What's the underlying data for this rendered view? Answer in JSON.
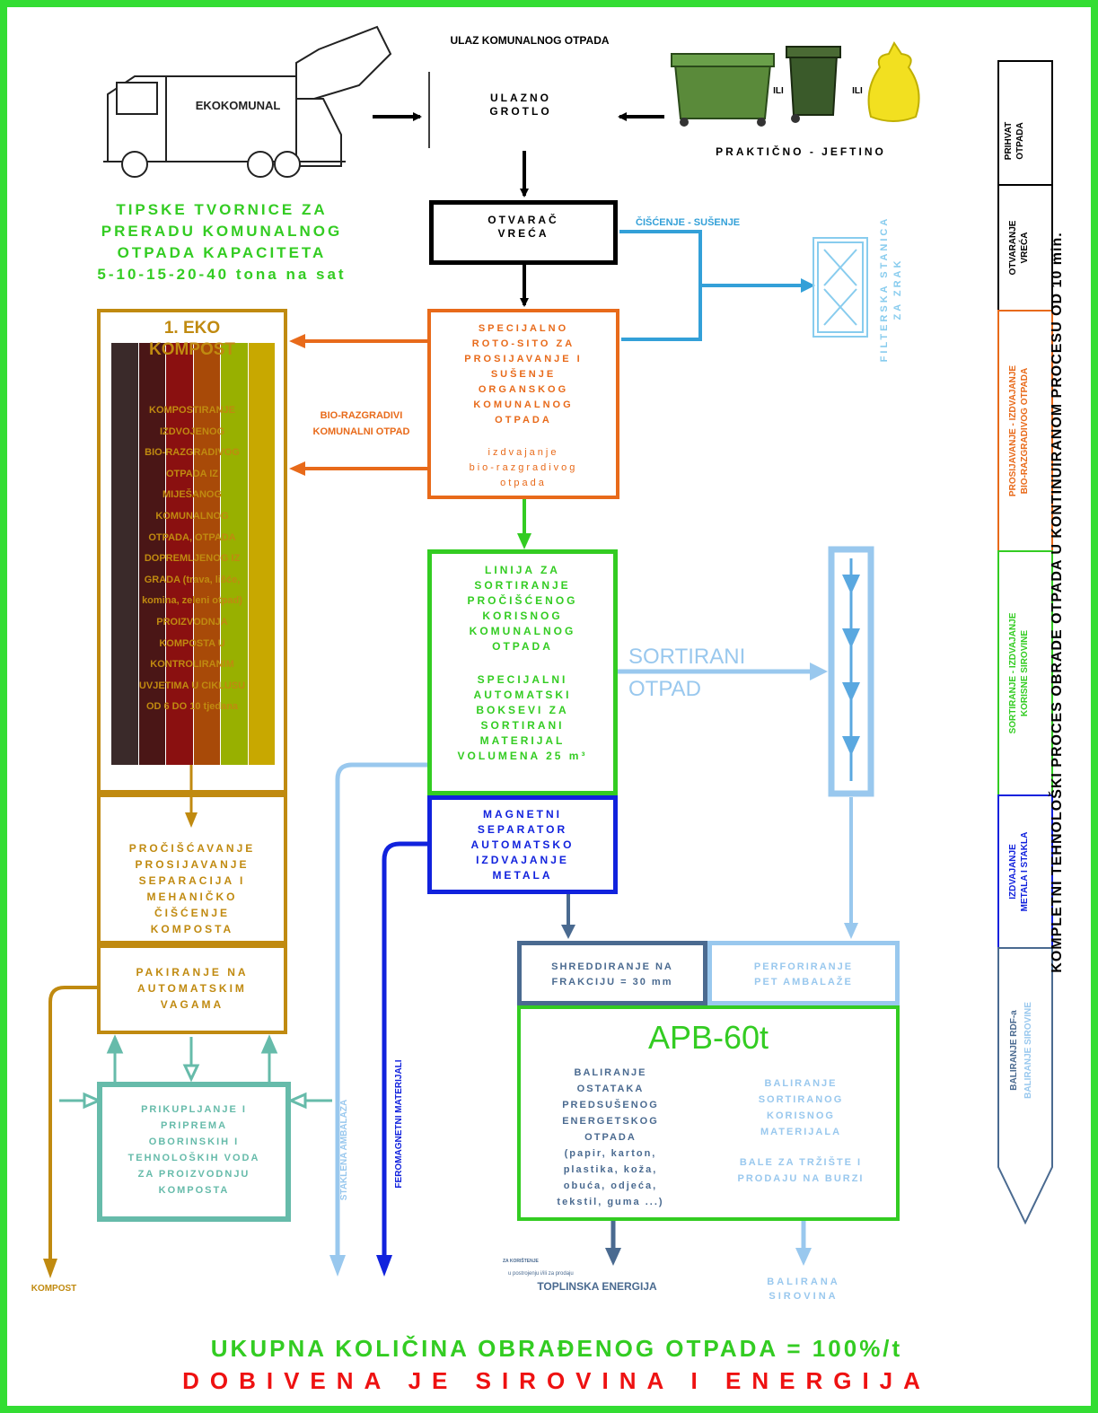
{
  "header": {
    "input_title": "ULAZ KOMUNALNOG OTPADA",
    "intake": "ULAZNO\nGROTLO",
    "truck_label": "EKOKOMUNAL",
    "or1": "ILI",
    "or2": "ILI",
    "practical": "PRAKTIČNO - JEFTINO"
  },
  "factories": "TIPSKE TVORNICE ZA\nPRERADU KOMUNALNOG\nOTPADA KAPACITETA\n5-10-15-20-40 tona na sat",
  "bag_opener": "OTVARAČ\nVREĆA",
  "cleaning": "ČIŠĆENJE - SUŠENJE",
  "filter": "FILTERSKA STANICA\nZA ZRAK",
  "roto": {
    "title": "SPECIJALNO\nROTO-SITO ZA\nPROSIJAVANJE I\nSUŠENJE\nORGANSKOG\nKOMUNALNOG\nOTPADA",
    "sub": "izdvajanje\nbio-razgradivog\notpada"
  },
  "bio_label": "BIO-RAZGRADIVI\nKOMUNALNI OTPAD",
  "compost": {
    "title": "1. EKO\nKOMPOST",
    "body": "KOMPOSTIRANJE\nIZDVOJENOG\nBIO-RAZGRADIVOG\nOTPADA IZ\nMIJEŠANOG\nKOMUNALNOG\nOTPADA, OTPADA\nDOPREMLJENOG IZ\nGRADA (trava, lišće,\nkomina, zeleni otpad)\nPROIZVODNJA\nKOMPOSTA U\nKONTROLIRANIM\nUVJETIMA U CIKLUSU\nOD 6 DO 10 tjedana",
    "stripes": [
      "#3a2a2a",
      "#4a1616",
      "#8a1010",
      "#a84a08",
      "#98b000",
      "#c8a800"
    ]
  },
  "purification": "PROČIŠĆAVANJE\nPROSIJAVANJE\nSEPARACIJA I\nMEHANIČKO\nČIŠĆENJE\nKOMPOSTA",
  "packing": "PAKIRANJE NA\nAUTOMATSKIM\nVAGAMA",
  "water": "PRIKUPLJANJE I\nPRIPREMA\nOBORINSKIH I\nTEHNOLOŠKIH VODA\nZA PROIZVODNJU\nKOMPOSTA",
  "compost_out": "KOMPOST",
  "glass": "STAKLENA AMBALAŽA",
  "ferro": "FEROMAGNETNI MATERIJALI",
  "sorting": {
    "title": "LINIJA ZA\nSORTIRANJE\nPROČIŠĆENOG\nKORISNOG\nKOMUNALNOG\nOTPADA",
    "sub": "SPECIJALNI\nAUTOMATSKI\nBOKSEVI ZA\nSORTIRANI\nMATERIJAL\nVOLUMENA 25 m³"
  },
  "sorted": "SORTIRANI\nOTPAD",
  "magnet": "MAGNETNI\nSEPARATOR\nAUTOMATSKO\nIZDVAJANJE\nMETALA",
  "shred": "SHREDDIRANJE NA\nFRAKCIJU = 30 mm",
  "perf": "PERFORIRANJE\nPET AMBALAŽE",
  "apb": {
    "title": "APB-60t",
    "left": "BALIRANJE\nOSTATAKA\nPREDSUŠENOG\nENERGETSKOG\nOTPADA\n(papir, karton,\nplastika, koža,\nobuća, odjeća,\ntekstil, guma ...)",
    "right": "BALIRANJE\nSORTIRANOG\nKORISNOG\nMATERIJALA",
    "right2": "BALE ZA TRŽIŠTE I\nPRODAJU NA BURZI"
  },
  "thermal_small1": "ZA KORIŠTENJE",
  "thermal_small2": "u postrojenju i/ili za prodaju",
  "thermal": "TOPLINSKA ENERGIJA",
  "baled": "BALIRANA\nSIROVINA",
  "footer1": "UKUPNA KOLIČINA OBRAĐENOG OTPADA = 100%/t",
  "footer2": "DOBIVENA JE SIROVINA I ENERGIJA",
  "side": {
    "title": "KOMPLETNI TEHNOLOŠKI PROCES OBRADE OTPADA U KONTINUIRANOM PROCESU OD 10 min.",
    "s1": "PRIHVAT\nOTPADA",
    "s2": "OTVARANJE\nVREĆA",
    "s3": "PROSIJAVANJE - IZDVAJANJE\nBIO-RAZGRADIVOG OTPADA",
    "s4": "SORTIRANJE - IZDVAJANJE\nKORISNE SIROVINE",
    "s5": "IZDVAJANJE\nMETALA I STAKLA",
    "s6a": "BALIRANJE RDF-a",
    "s6b": "BALIRANJE SIROVINE"
  },
  "colors": {
    "green": "#33cc22",
    "orange": "#e86a1a",
    "gold": "#c08a10",
    "blue": "#1122dd",
    "lightblue": "#99c8ee",
    "teal": "#66bbaa",
    "slate": "#4a6a90",
    "red": "#ee1111"
  }
}
